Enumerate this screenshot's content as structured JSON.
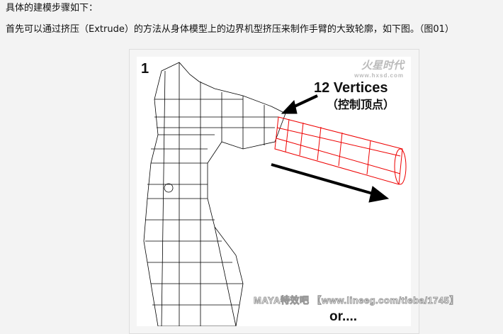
{
  "article": {
    "intro": "具体的建模步骤如下：",
    "step": "首先可以通过挤压（Extrude）的方法从身体模型上的边界机型挤压来制作手臂的大致轮廓，如下图。（图01）"
  },
  "figure": {
    "panel_number": "1",
    "logo_text": "火星时代",
    "logo_url": "www.hxsd.com",
    "label": "12 Vertices",
    "label_cn": "（控制顶点）",
    "continuation": "or....",
    "watermark": "MAYA特效吧 【www.lineeg.com/tieba/1745】",
    "colors": {
      "mesh": "#000000",
      "extrusion": "#ff0000"
    }
  }
}
